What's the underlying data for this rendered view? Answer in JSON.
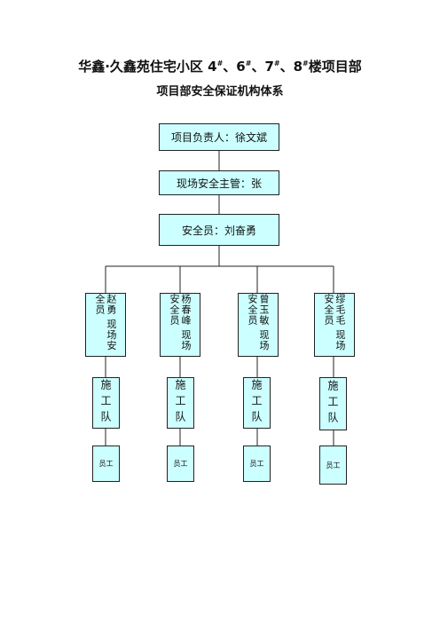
{
  "title": {
    "prefix": "华鑫·久鑫苑住宅小区 ",
    "buildings": [
      "4",
      "6",
      "7",
      "8"
    ],
    "mark": "#",
    "separator": "、",
    "suffix": "楼项目部"
  },
  "subtitle": "项目部安全保证机构体系",
  "chart": {
    "manager": "项目负责人：徐文斌",
    "site_safety_supervisor": "现场安全主管：张",
    "safety_officer": "安全员：刘奋勇",
    "branches": [
      {
        "officer": "赵勇 现场安全员",
        "team": "施工队",
        "worker": "员工"
      },
      {
        "officer": "杨春峰 现场安全员",
        "team": "施工队",
        "worker": "员工"
      },
      {
        "officer": "曾玉敏 现场安全员",
        "team": "施工队",
        "worker": "员工"
      },
      {
        "officer": "缪毛毛 现场安全员",
        "team": "施工队",
        "worker": "员工"
      }
    ]
  },
  "colors": {
    "box_fill": "#ccffff",
    "line": "#222222"
  }
}
